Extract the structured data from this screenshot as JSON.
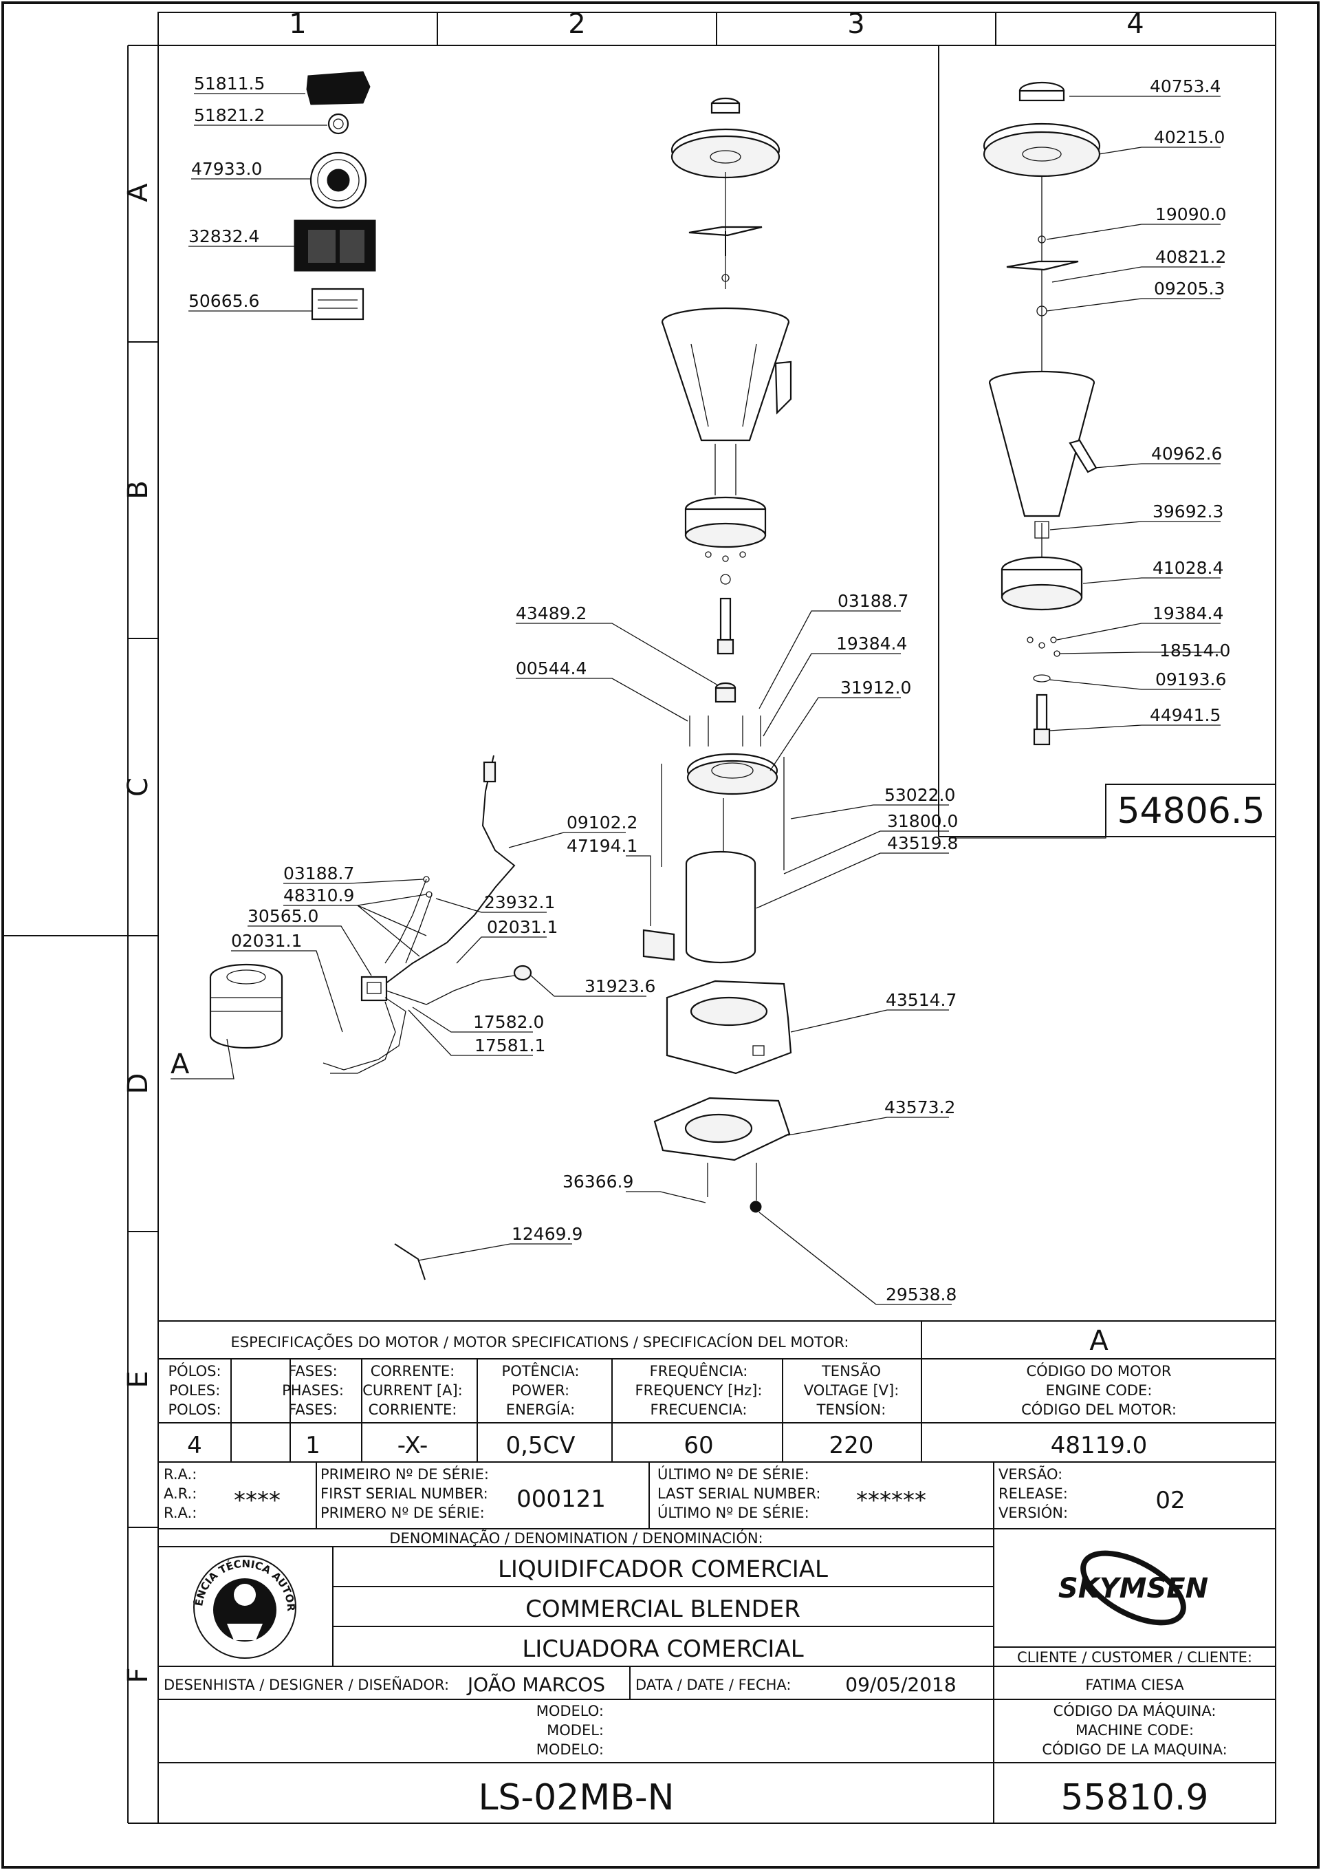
{
  "grid": {
    "columns": [
      "1",
      "2",
      "3",
      "4"
    ],
    "rows": [
      "A",
      "B",
      "C",
      "D",
      "E",
      "F"
    ]
  },
  "drawing": {
    "assembly_code": "54806.5",
    "detail_letter": "A",
    "labels": [
      "51811.5",
      "51821.2",
      "47933.0",
      "32832.4",
      "50665.6",
      "40753.4",
      "40215.0",
      "19090.0",
      "40821.2",
      "09205.3",
      "40962.6",
      "39692.3",
      "41028.4",
      "19384.4",
      "18514.0",
      "09193.6",
      "44941.5",
      "43489.2",
      "03188.7",
      "19384.4",
      "00544.4",
      "31912.0",
      "53022.0",
      "31800.0",
      "43519.8",
      "09102.2",
      "47194.1",
      "03188.7",
      "48310.9",
      "23932.1",
      "30565.0",
      "02031.1",
      "02031.1",
      "31923.6",
      "17582.0",
      "17581.1",
      "43514.7",
      "43573.2",
      "36366.9",
      "12469.9",
      "29538.8"
    ]
  },
  "motor_specs": {
    "title": "ESPECIFICAÇÕES DO MOTOR / MOTOR SPECIFICATIONS / SPECIFICACÍON DEL MOTOR:",
    "detail_ref": "A",
    "headers": [
      [
        "PÓLOS:",
        "POLES:",
        "POLOS:"
      ],
      [
        "FASES:",
        "PHASES:",
        "FASES:"
      ],
      [
        "CORRENTE:",
        "CURRENT [A]:",
        "CORRIENTE:"
      ],
      [
        "POTÊNCIA:",
        "POWER:",
        "ENERGÍA:"
      ],
      [
        "FREQUÊNCIA:",
        "FREQUENCY [Hz]:",
        "FRECUENCIA:"
      ],
      [
        "TENSÃO",
        "VOLTAGE [V]:",
        "TENSÍON:"
      ],
      [
        "CÓDIGO DO MOTOR",
        "ENGINE CODE:",
        "CÓDIGO DEL MOTOR:"
      ]
    ],
    "values": [
      "4",
      "1",
      "-X-",
      "0,5CV",
      "60",
      "220",
      "48119.0"
    ]
  },
  "serials": {
    "ra_labels": [
      "R.A.:",
      "A.R.:",
      "R.A.:"
    ],
    "ra_value": "****",
    "first_labels": [
      "PRIMEIRO Nº DE SÉRIE:",
      "FIRST SERIAL NUMBER:",
      "PRIMERO Nº DE SÉRIE:"
    ],
    "first_value": "000121",
    "last_labels": [
      "ÚLTIMO Nº DE SÉRIE:",
      "LAST SERIAL NUMBER:",
      "ÚLTIMO Nº DE SÉRIE:"
    ],
    "last_value": "******",
    "version_labels": [
      "VERSÃO:",
      "RELEASE:",
      "VERSIÓN:"
    ],
    "version_value": "02"
  },
  "denomination": {
    "header": "DENOMINAÇÃO / DENOMINATION / DENOMINACIÓN:",
    "lines": [
      "LIQUIDIFCADOR COMERCIAL",
      "COMMERCIAL BLENDER",
      "LICUADORA COMERCIAL"
    ],
    "seal_text": "ASSISTÊNCIA TÉCNICA AUTORIZADA",
    "brand": "SKYMSEN"
  },
  "customer": {
    "label": "CLIENTE / CUSTOMER / CLIENTE:",
    "value": "FATIMA CIESA"
  },
  "designer": {
    "label": "DESENHISTA / DESIGNER / DISEÑADOR:",
    "value": "JOÃO MARCOS",
    "date_label": "DATA / DATE / FECHA:",
    "date_value": "09/05/2018"
  },
  "model": {
    "labels": [
      "MODELO:",
      "MODEL:",
      "MODELO:"
    ],
    "value": "LS-02MB-N"
  },
  "machine_code": {
    "labels": [
      "CÓDIGO DA MÁQUINA:",
      "MACHINE CODE:",
      "CÓDIGO DE LA MAQUINA:"
    ],
    "value": "55810.9"
  }
}
